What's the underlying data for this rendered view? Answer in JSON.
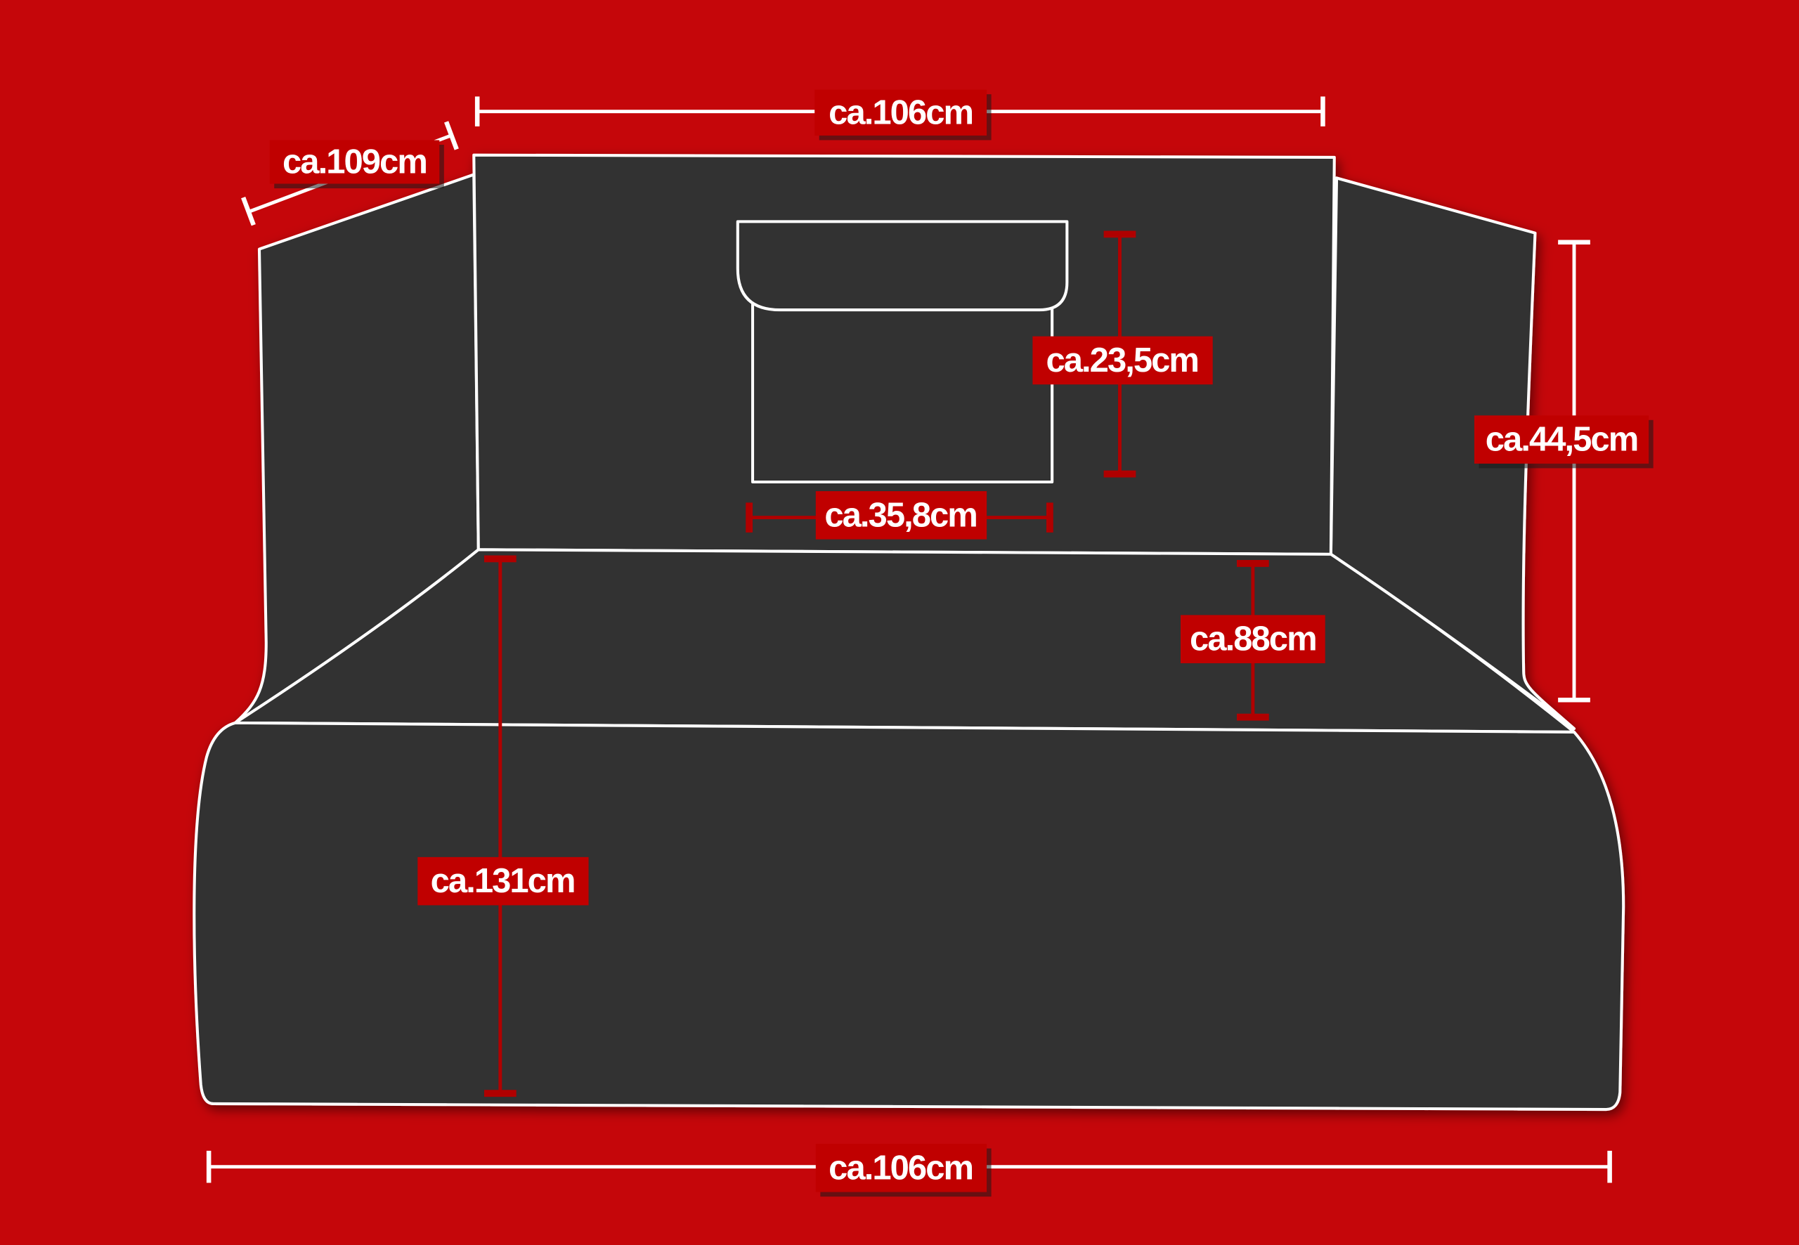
{
  "dimensions": {
    "back_width": "ca.106cm",
    "side_length": "ca.109cm",
    "pocket_height": "ca.23,5cm",
    "back_height": "ca.44,5cm",
    "pocket_width": "ca.35,8cm",
    "floor_depth": "ca.88cm",
    "total_length": "ca.131cm",
    "bottom_width": "ca.106cm"
  },
  "colors": {
    "background": "#c5060a",
    "cover": "#303030",
    "label": "#c00000",
    "measure_red": "#b00000",
    "outline": "#ffffff"
  }
}
